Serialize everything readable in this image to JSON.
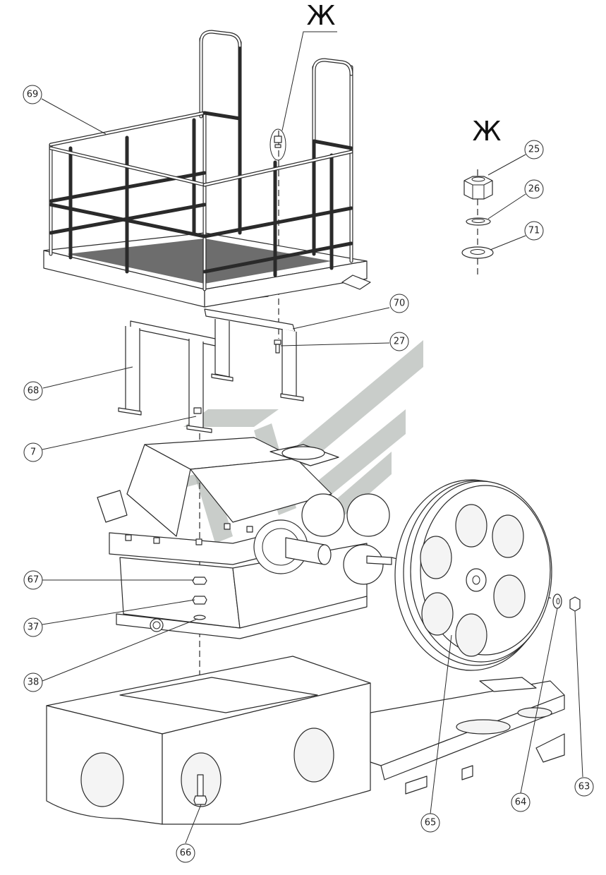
{
  "view_marker": {
    "letter": "Ж"
  },
  "detail_view": {
    "title": "Ж"
  },
  "callouts": [
    {
      "id": "69",
      "label": "69"
    },
    {
      "id": "25",
      "label": "25"
    },
    {
      "id": "26",
      "label": "26"
    },
    {
      "id": "71",
      "label": "71"
    },
    {
      "id": "70",
      "label": "70"
    },
    {
      "id": "27",
      "label": "27"
    },
    {
      "id": "68",
      "label": "68"
    },
    {
      "id": "7",
      "label": "7"
    },
    {
      "id": "67",
      "label": "67"
    },
    {
      "id": "37",
      "label": "37"
    },
    {
      "id": "38",
      "label": "38"
    },
    {
      "id": "66",
      "label": "66"
    },
    {
      "id": "65",
      "label": "65"
    },
    {
      "id": "64",
      "label": "64"
    },
    {
      "id": "63",
      "label": "63"
    }
  ]
}
